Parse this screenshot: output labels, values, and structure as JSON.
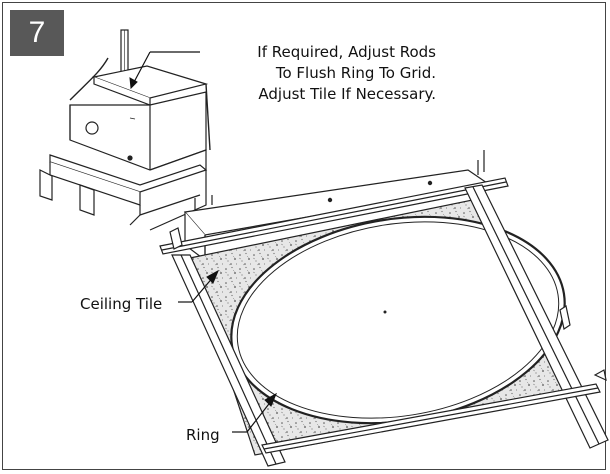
{
  "step": {
    "number": "7"
  },
  "callouts": {
    "adjust_note": [
      "If Required, Adjust Rods",
      "To Flush Ring To Grid.",
      "Adjust Tile If Necessary."
    ],
    "ceiling_tile": "Ceiling Tile",
    "ring": "Ring"
  },
  "colors": {
    "badge": "#585858",
    "line": "#222222"
  }
}
